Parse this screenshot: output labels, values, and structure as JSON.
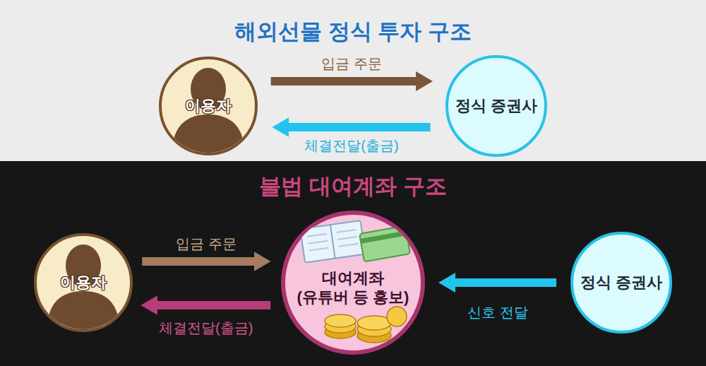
{
  "diagram": {
    "nodes": [
      {
        "text": [
          "이용자"
        ]
      },
      {
        "text": [
          "정식 증권사"
        ]
      },
      {
        "text": [
          "이용자"
        ]
      },
      {
        "text": [
          "대여계좌",
          "(유튜버 등 홍보)"
        ]
      },
      {
        "text": [
          "정식 증권사"
        ]
      }
    ],
    "edges": [
      {
        "from": 0,
        "to": 1,
        "arrow": "to",
        "label": "입금 주문"
      },
      {
        "from": 1,
        "to": 0,
        "arrow": "to",
        "label": "체결전달(출금)"
      },
      {
        "from": 2,
        "to": 3,
        "arrow": "to",
        "label": "입금 주문"
      },
      {
        "from": 3,
        "to": 2,
        "arrow": "to",
        "label": "체결전달(출금)"
      },
      {
        "from": 4,
        "to": 3,
        "arrow": "to",
        "label": "신호 전달"
      }
    ],
    "labels": [
      "해외선물 정식 투자 구조",
      "불법 대여계좌 구조"
    ]
  }
}
